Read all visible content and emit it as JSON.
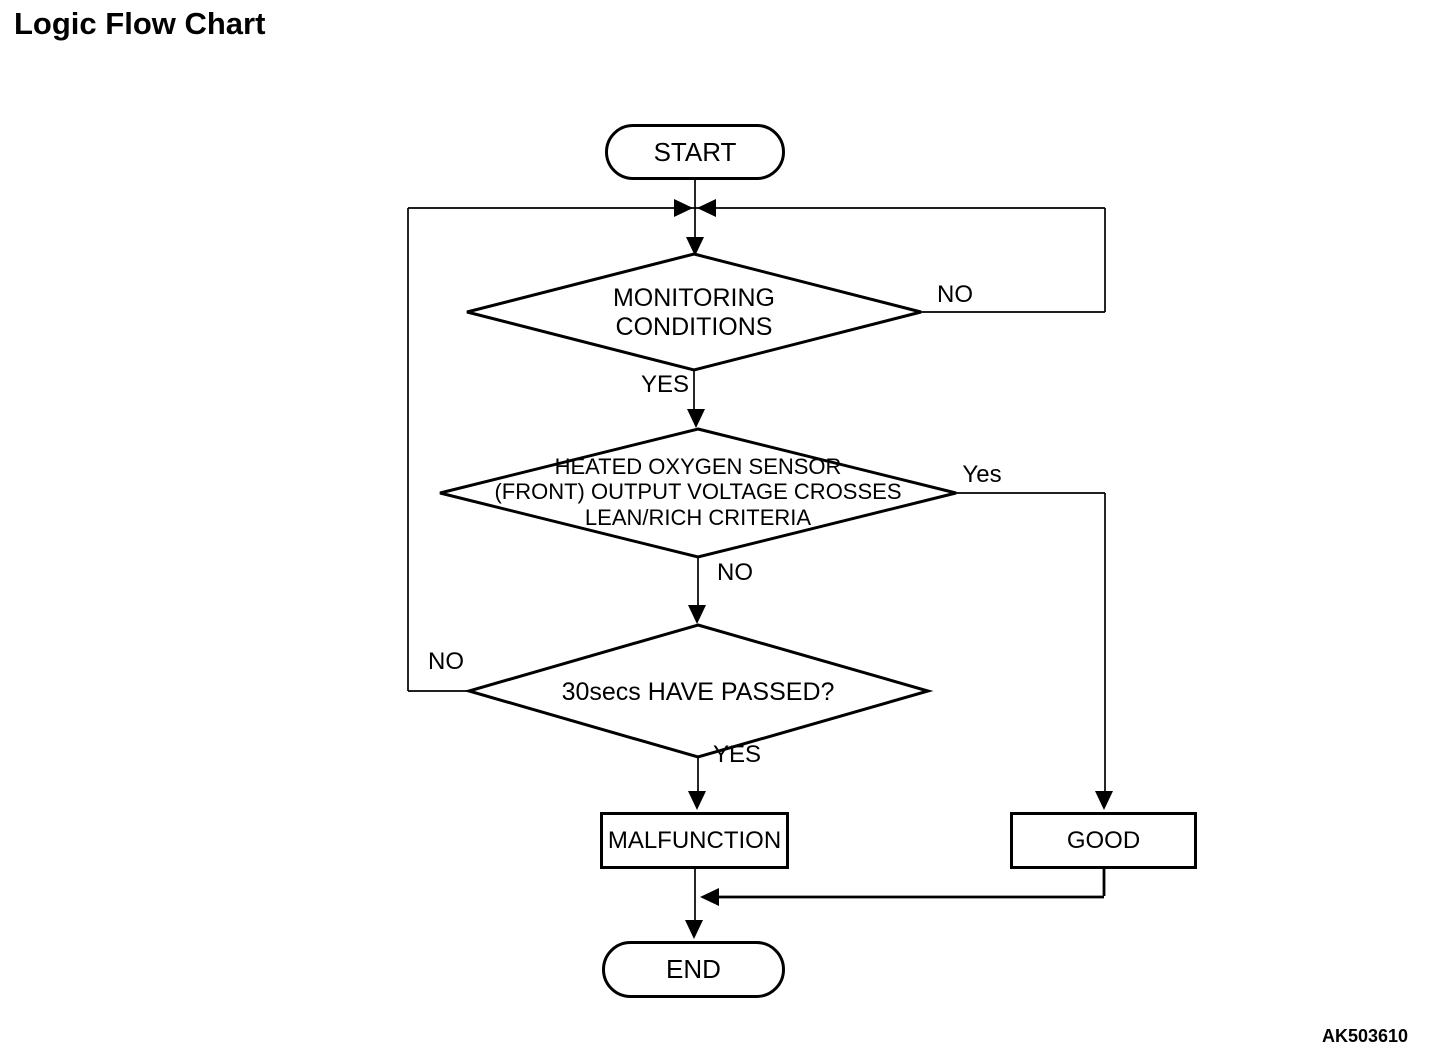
{
  "title": "Logic Flow Chart",
  "figure_code": "AK503610",
  "colors": {
    "line": "#000000",
    "background": "#ffffff",
    "text": "#000000"
  },
  "flowchart": {
    "nodes": {
      "start": {
        "type": "terminator",
        "label": "START"
      },
      "monitoring": {
        "type": "decision",
        "label": "MONITORING\nCONDITIONS"
      },
      "sensor": {
        "type": "decision",
        "label": "HEATED OXYGEN SENSOR\n(FRONT) OUTPUT VOLTAGE CROSSES\nLEAN/RICH CRITERIA"
      },
      "passed": {
        "type": "decision",
        "label": "30secs HAVE PASSED?"
      },
      "malfunction": {
        "type": "process",
        "label": "MALFUNCTION"
      },
      "good": {
        "type": "process",
        "label": "GOOD"
      },
      "end": {
        "type": "terminator",
        "label": "END"
      }
    },
    "edge_labels": {
      "monitoring_no": "NO",
      "monitoring_yes": "YES",
      "sensor_yes": "Yes",
      "sensor_no": "NO",
      "passed_no": "NO",
      "passed_yes": "YES"
    },
    "edges": [
      {
        "from": "start",
        "to": "monitoring",
        "label": ""
      },
      {
        "from": "monitoring",
        "to": "monitoring",
        "label": "NO",
        "note": "loops right and back to entry junction"
      },
      {
        "from": "monitoring",
        "to": "sensor",
        "label": "YES"
      },
      {
        "from": "sensor",
        "to": "good",
        "label": "Yes"
      },
      {
        "from": "sensor",
        "to": "passed",
        "label": "NO"
      },
      {
        "from": "passed",
        "to": "monitoring",
        "label": "NO",
        "note": "loops left and back to entry junction"
      },
      {
        "from": "passed",
        "to": "malfunction",
        "label": "YES"
      },
      {
        "from": "malfunction",
        "to": "end",
        "label": ""
      },
      {
        "from": "good",
        "to": "end",
        "label": ""
      }
    ]
  }
}
